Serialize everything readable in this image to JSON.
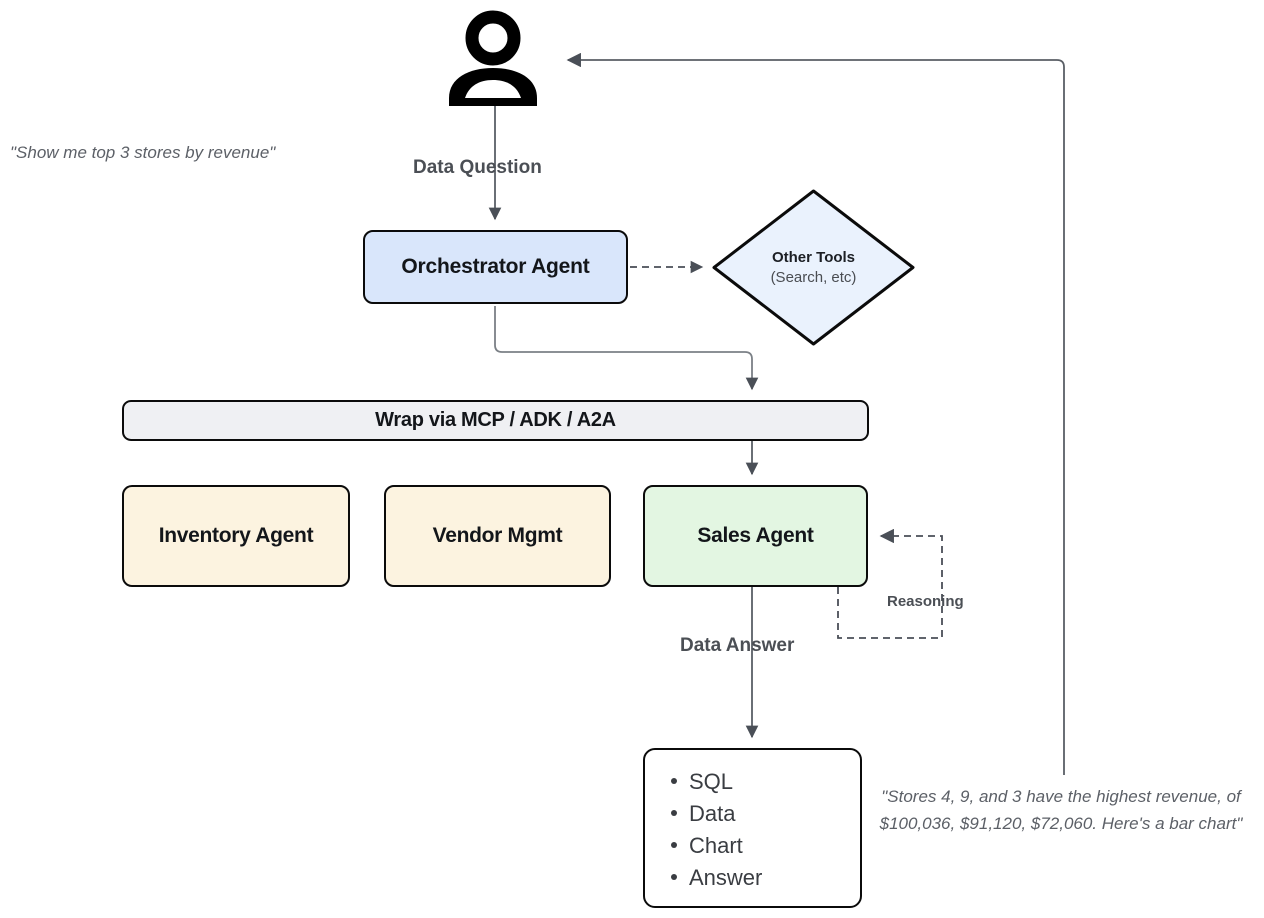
{
  "diagram": {
    "title": "Multi-agent data analytics orchestration flow",
    "colors": {
      "orchestrator_fill": "#d9e6fb",
      "tools_fill": "#eaf2fd",
      "wrap_fill": "#eff0f3",
      "agent_fill": "#fcf3e0",
      "sales_fill": "#e3f6e2",
      "output_fill": "#ffffff",
      "stroke": "#0b0b0b",
      "edge_stroke": "#5a5f66",
      "label_text": "#4b4f55",
      "quote_text": "#5c6067"
    },
    "nodes": {
      "user": {
        "name": "user-actor",
        "icon": "person-icon"
      },
      "orchestrator": {
        "label": "Orchestrator Agent"
      },
      "other_tools": {
        "title": "Other Tools",
        "subtitle": "(Search, etc)"
      },
      "wrap": {
        "label": "Wrap via MCP / ADK / A2A"
      },
      "inventory": {
        "label": "Inventory Agent"
      },
      "vendor": {
        "label": "Vendor Mgmt"
      },
      "sales": {
        "label": "Sales Agent"
      },
      "output": {
        "items": [
          "SQL",
          "Data",
          "Chart",
          "Answer"
        ]
      }
    },
    "edge_labels": {
      "data_question": "Data Question",
      "data_answer": "Data Answer",
      "reasoning": "Reasoning"
    },
    "quotes": {
      "user_question": "\"Show me top 3 stores by revenue\"",
      "final_answer": "\"Stores 4, 9, and 3 have the highest revenue, of $100,036, $91,120, $72,060. Here's a bar chart\""
    }
  }
}
